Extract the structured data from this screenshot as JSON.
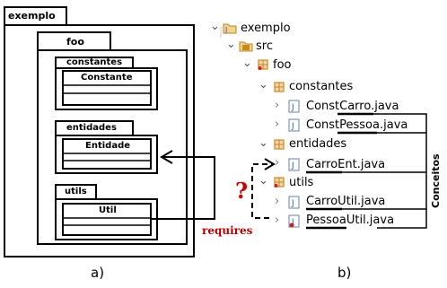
{
  "uml": {
    "outer_package": "exemplo",
    "inner_package": "foo",
    "packages": [
      {
        "name": "constantes",
        "class": "Constante"
      },
      {
        "name": "entidades",
        "class": "Entidade"
      },
      {
        "name": "utils",
        "class": "Util"
      }
    ],
    "requires_label": "requires",
    "caption": "a)"
  },
  "tree": {
    "project": "exemplo",
    "src": "src",
    "foo": "foo",
    "constantes": "constantes",
    "const_carro": "ConstCarro.java",
    "const_pessoa": "ConstPessoa.java",
    "entidades": "entidades",
    "carro_ent": "CarroEnt.java",
    "utils": "utils",
    "carro_util": "CarroUtil.java",
    "pessoa_util": "PessoaUtil.java",
    "question_mark": "?",
    "concepts_label": "Conceitos",
    "caption": "b)"
  },
  "colors": {
    "arrow": "#000000",
    "requires_text": "#b30000",
    "question_mark": "#cc0000",
    "package_icon": "#c98a1b"
  }
}
